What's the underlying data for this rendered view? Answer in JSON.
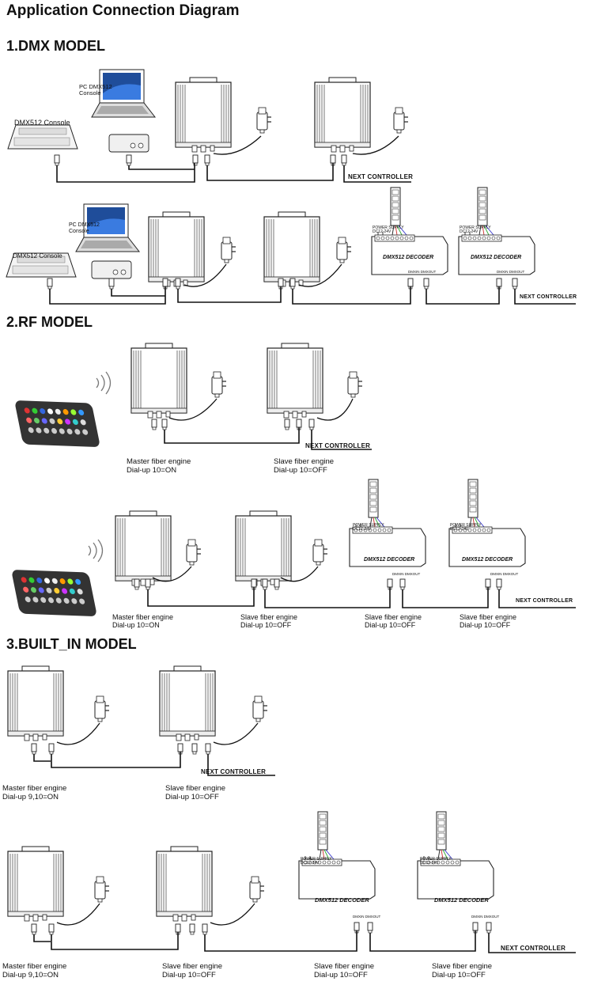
{
  "header": {
    "title": "Application Connection Diagram"
  },
  "sections": [
    {
      "id": "dmx",
      "title": "1.DMX MODEL"
    },
    {
      "id": "rf",
      "title": "2.RF MODEL"
    },
    {
      "id": "builtin",
      "title": "3.BUILT_IN MODEL"
    }
  ],
  "labels": {
    "pc_console": [
      "PC  DMX512",
      "Console"
    ],
    "dmx_console": "DMX512 Console",
    "next_controller": "NEXT CONTROLLER",
    "decoder": "DMX512 DECODER",
    "power_supply": [
      "POWER SUPPLY",
      "DC12-24V"
    ],
    "dmx_ports": "DMXIN   DMXOUT",
    "master_on": [
      "Master fiber engine",
      "Dial-up  10=ON"
    ],
    "slave_off": [
      "Slave fiber engine",
      "Dial-up  10=OFF"
    ],
    "master_910_on": [
      "Master fiber engine",
      "Dial-up  9,10=ON"
    ]
  }
}
